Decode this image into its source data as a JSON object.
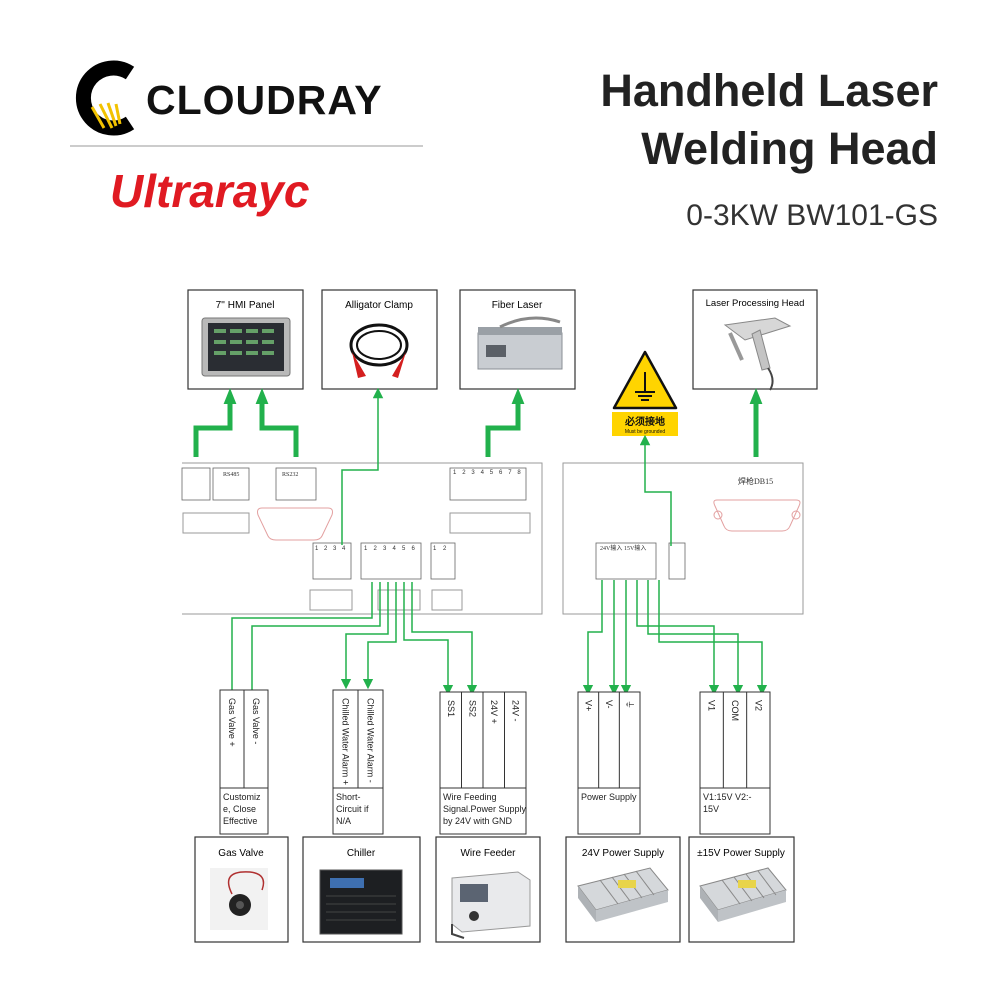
{
  "brand": {
    "name": "CLOUDRAY",
    "subbrand": "Ultrarayc",
    "accent": "#e01a22",
    "logo_gold": "#f2c200",
    "logo_black": "#000000"
  },
  "title": {
    "line1": "Handheld Laser",
    "line2": "Welding Head",
    "model": "0-3KW BW101-GS"
  },
  "colors": {
    "wire": "#22b14c",
    "line": "#333333",
    "panel": "#9a9a9a"
  },
  "top_devices": {
    "hmi": "7'' HMI Panel",
    "clamp": "Alligator Clamp",
    "fiber": "Fiber Laser",
    "head": "Laser Processing Head"
  },
  "ground_sign": {
    "cn": "必须接地",
    "en": "Must be grounded"
  },
  "controller": {
    "rs485": "RS485",
    "rs232": "RS232",
    "db15": "焊枪DB15",
    "in24": "24V输入",
    "in15": "15V输入",
    "pin_numbers": [
      "1",
      "2",
      "3",
      "4",
      "5",
      "6",
      "7",
      "8"
    ]
  },
  "terminals": {
    "gas": {
      "pins": [
        "Gas Valve +",
        "Gas Valve -"
      ],
      "note": [
        "Customiz",
        "e, Close",
        "Effective"
      ]
    },
    "chiller": {
      "pins": [
        "Chilled Water Alarm +",
        "Chilled Water Alarm -"
      ],
      "note": [
        "Short-",
        "Circuit if",
        "N/A"
      ]
    },
    "feeder": {
      "pins": [
        "SS1",
        "SS2",
        "24V +",
        "24V -"
      ],
      "note": [
        "Wire Feeding",
        "Signal.Power Supply",
        "by 24V with GND"
      ]
    },
    "ps24": {
      "pins": [
        "V+",
        "V-",
        "⏚"
      ],
      "note": [
        "Power Supply"
      ]
    },
    "ps15": {
      "pins": [
        "V1",
        "COM",
        "V2"
      ],
      "note": [
        "V1:15V   V2:-",
        "15V"
      ]
    }
  },
  "bottom_devices": {
    "gas": "Gas Valve",
    "chiller": "Chiller",
    "feeder": "Wire Feeder",
    "ps24": "24V Power Supply",
    "ps15": "±15V Power Supply"
  }
}
